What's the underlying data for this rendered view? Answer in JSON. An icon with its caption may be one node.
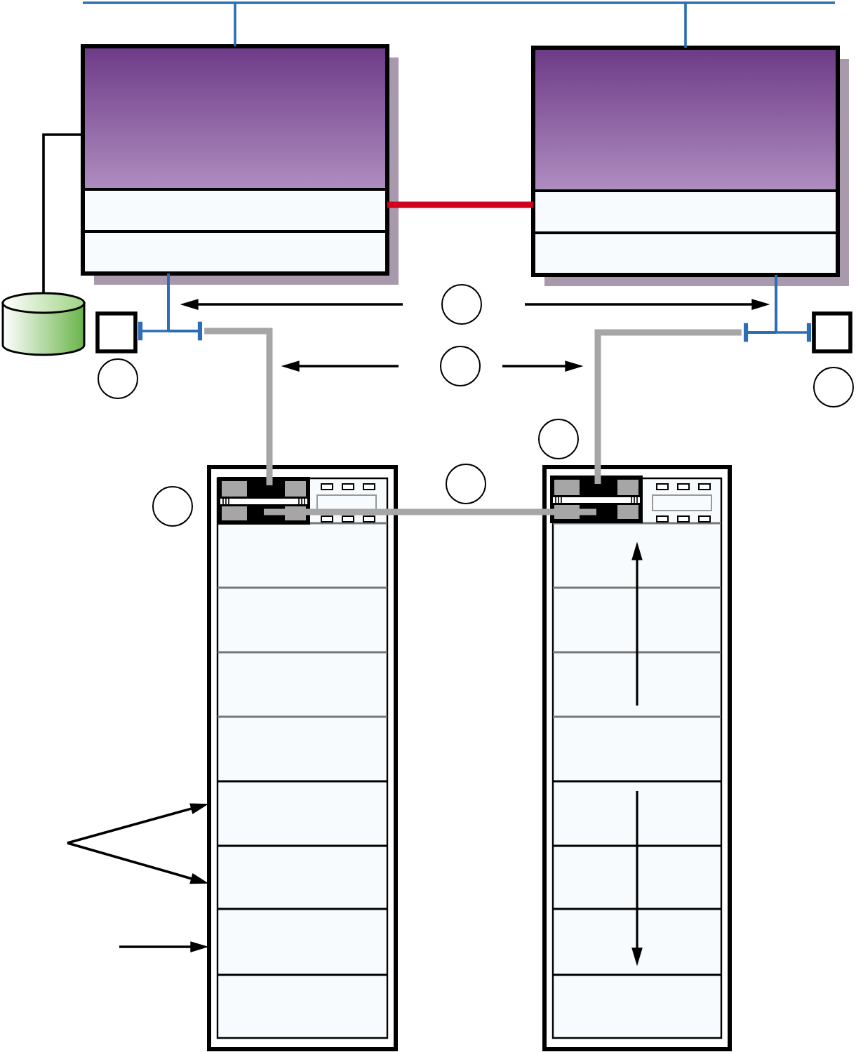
{
  "diagram": {
    "nodes": [
      {
        "text": [],
        "shape": "box"
      },
      {
        "text": [],
        "shape": "box"
      },
      {
        "text": [],
        "shape": "cylinder"
      },
      {
        "text": [],
        "shape": "box"
      },
      {
        "text": [],
        "shape": "circle"
      },
      {
        "text": [],
        "shape": "box"
      },
      {
        "text": [],
        "shape": "circle"
      },
      {
        "text": [],
        "shape": "circle"
      },
      {
        "text": [],
        "shape": "circle"
      },
      {
        "text": [],
        "shape": "circle"
      },
      {
        "text": [],
        "shape": "box"
      },
      {
        "text": [],
        "shape": "box",
        "in": 10
      },
      {
        "text": [],
        "shape": "circle"
      },
      {
        "text": [],
        "shape": "circle"
      },
      {
        "text": [],
        "shape": "box"
      },
      {
        "text": [],
        "shape": "box",
        "in": 14
      }
    ],
    "edges": [
      {
        "from": 0,
        "to": 1,
        "arrow": "none",
        "color": "#2c6db5"
      },
      {
        "from": 0,
        "to": 1,
        "arrow": "none",
        "style": "thick",
        "color": "#d0021b"
      },
      {
        "from": 2,
        "to": 0,
        "arrow": "none"
      },
      {
        "from": 0,
        "to": 3,
        "arrow": "other",
        "color": "#2c6db5"
      },
      {
        "from": 0,
        "to": 11,
        "arrow": "none",
        "style": "thick",
        "color": "#a6a6a6"
      },
      {
        "from": 1,
        "to": 5,
        "arrow": "other",
        "color": "#2c6db5"
      },
      {
        "from": 1,
        "to": 15,
        "arrow": "none",
        "style": "thick",
        "color": "#a6a6a6"
      },
      {
        "from": 11,
        "to": 15,
        "arrow": "none",
        "style": "thick",
        "color": "#a6a6a6"
      },
      {
        "from": null,
        "to": 10,
        "arrow": "to"
      },
      {
        "from": null,
        "to": 10,
        "arrow": "to"
      },
      {
        "from": null,
        "to": 10,
        "arrow": "to"
      }
    ]
  }
}
